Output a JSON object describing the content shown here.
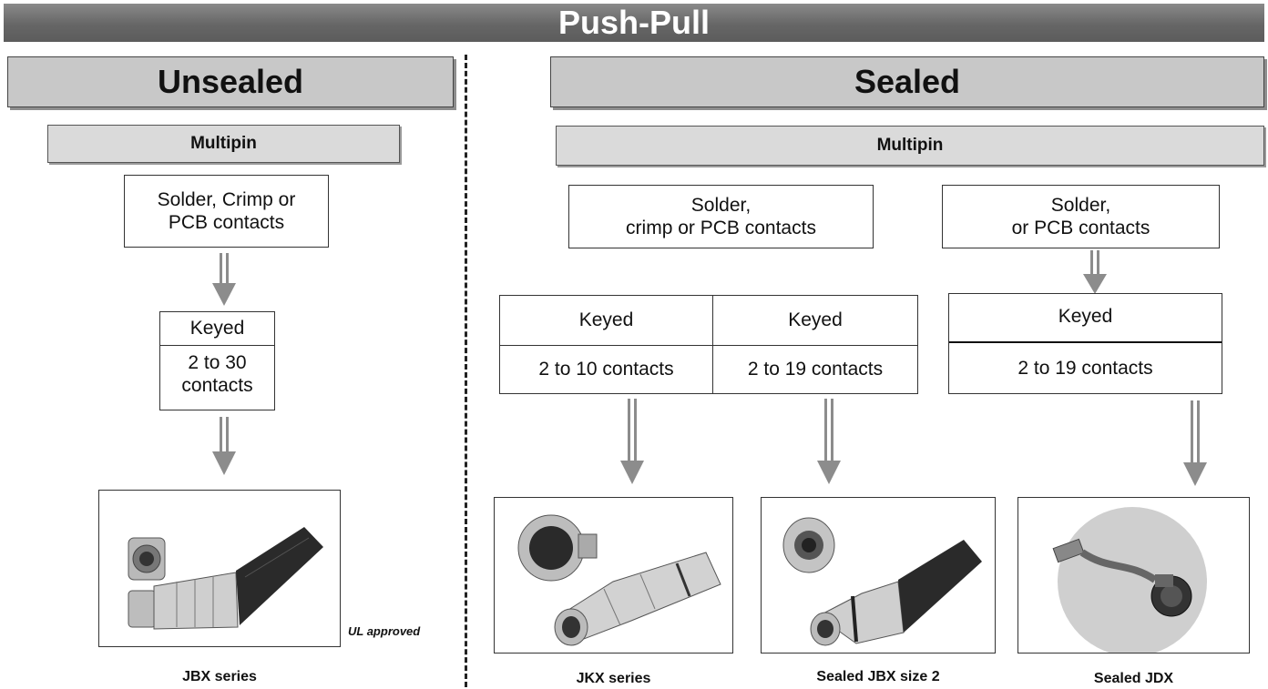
{
  "title": "Push-Pull",
  "unsealed": {
    "header": "Unsealed",
    "subheader": "Multipin",
    "contacts_line1": "Solder, Crimp or",
    "contacts_line2": "PCB contacts",
    "keyed": "Keyed",
    "range_line1": "2 to 30",
    "range_line2": "contacts",
    "note": "UL approved",
    "caption": "JBX series"
  },
  "sealed": {
    "header": "Sealed",
    "subheader": "Multipin",
    "group1": {
      "contacts_line1": "Solder,",
      "contacts_line2": "crimp or PCB contacts",
      "keyed_a": "Keyed",
      "keyed_b": "Keyed",
      "range_a": "2 to 10 contacts",
      "range_b": "2 to 19 contacts",
      "caption_a": "JKX series",
      "caption_b": "Sealed JBX size 2"
    },
    "group2": {
      "contacts_line1": "Solder,",
      "contacts_line2": "or PCB contacts",
      "keyed": "Keyed",
      "range": "2 to 19 contacts",
      "caption": "Sealed JDX"
    }
  },
  "colors": {
    "title_bar": "#666666",
    "header_fill": "#c8c8c8",
    "subheader_fill": "#dadada",
    "arrow": "#8c8c8c"
  }
}
